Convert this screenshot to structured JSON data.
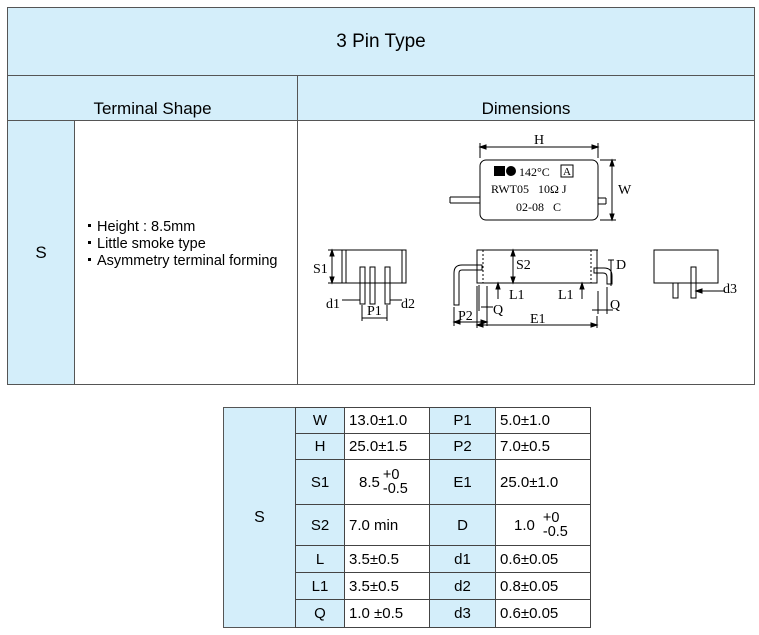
{
  "title": "3 Pin Type",
  "headers": {
    "terminal_shape": "Terminal Shape",
    "dimensions": "Dimensions"
  },
  "row": {
    "code": "S",
    "features": [
      "Height : 8.5mm",
      "Little smoke type",
      "Asymmetry terminal forming"
    ]
  },
  "diagram": {
    "marking_line1": "142°C",
    "marking_box": "A",
    "marking_line2": "RWT05   10Ω J",
    "marking_line3": "02-08   C",
    "labels": {
      "H": "H",
      "W": "W",
      "S1": "S1",
      "d1": "d1",
      "P1": "P1",
      "d2": "d2",
      "S2": "S2",
      "L1a": "L1",
      "L1b": "L1",
      "D": "D",
      "P2": "P2",
      "Qa": "Q",
      "Qb": "Q",
      "E1": "E1",
      "d3": "d3"
    }
  },
  "spec_table": {
    "code": "S",
    "rows": [
      {
        "k1": "W",
        "v1": "13.0±1.0",
        "k2": "P1",
        "v2": "5.0±1.0"
      },
      {
        "k1": "H",
        "v1": "25.0±1.5",
        "k2": "P2",
        "v2": "7.0±0.5"
      },
      {
        "k1": "S1",
        "v1_base": "8.5",
        "v1_up": "+0",
        "v1_dn": "-0.5",
        "k2": "E1",
        "v2": "25.0±1.0"
      },
      {
        "k1": "S2",
        "v1": "7.0 min",
        "k2": "D",
        "v2_base": "1.0",
        "v2_up": "+0",
        "v2_dn": "-0.5"
      },
      {
        "k1": "L",
        "v1": "3.5±0.5",
        "k2": "d1",
        "v2": "0.6±0.05"
      },
      {
        "k1": "L1",
        "v1": "3.5±0.5",
        "k2": "d2",
        "v2": "0.8±0.05"
      },
      {
        "k1": "Q",
        "v1": "1.0 ±0.5",
        "k2": "d3",
        "v2": "0.6±0.05"
      }
    ]
  }
}
